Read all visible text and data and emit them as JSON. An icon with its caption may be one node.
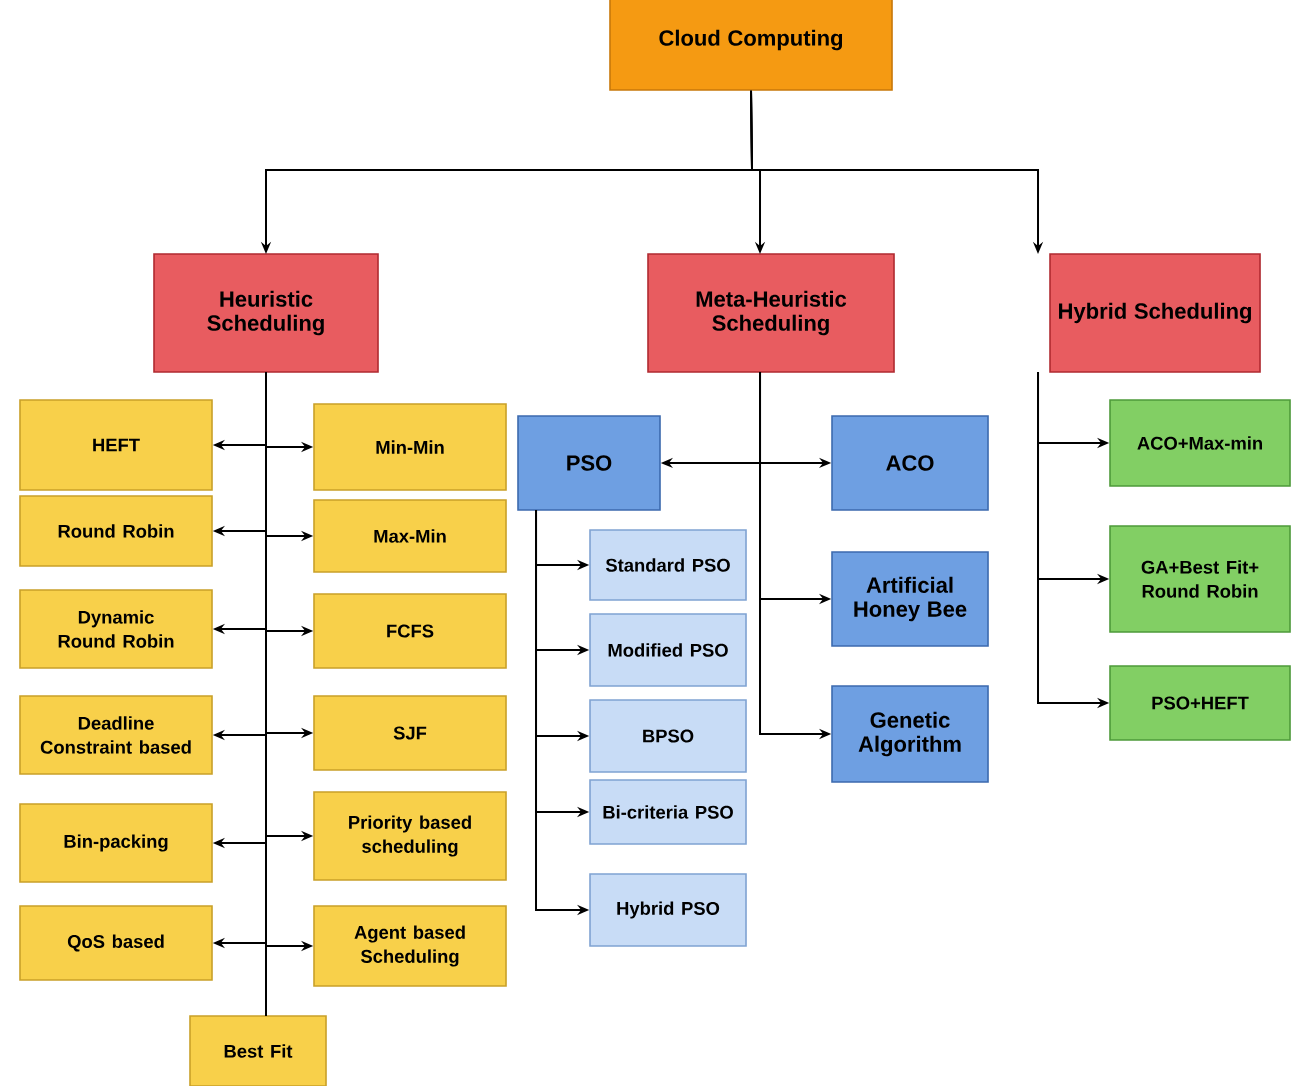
{
  "diagram": {
    "nodes": [
      {
        "text": [
          "Cloud Computing"
        ]
      },
      {
        "text": [
          "Heuristic Scheduling"
        ]
      },
      {
        "text": [
          "Meta-Heuristic Scheduling"
        ]
      },
      {
        "text": [
          "Hybrid Scheduling"
        ]
      },
      {
        "text": [
          "HEFT"
        ]
      },
      {
        "text": [
          "Min-Min"
        ]
      },
      {
        "text": [
          "Round Robin"
        ]
      },
      {
        "text": [
          "Max-Min"
        ]
      },
      {
        "text": [
          "Dynamic Round Robin"
        ]
      },
      {
        "text": [
          "FCFS"
        ]
      },
      {
        "text": [
          "Deadline Constraint based"
        ]
      },
      {
        "text": [
          "SJF"
        ]
      },
      {
        "text": [
          "Bin-packing"
        ]
      },
      {
        "text": [
          "Priority based scheduling"
        ]
      },
      {
        "text": [
          "QoS based"
        ]
      },
      {
        "text": [
          "Agent based Scheduling"
        ]
      },
      {
        "text": [
          "Best Fit"
        ]
      },
      {
        "text": [
          "PSO"
        ]
      },
      {
        "text": [
          "ACO"
        ]
      },
      {
        "text": [
          "Standard PSO"
        ]
      },
      {
        "text": [
          "Artificial Honey Bee"
        ]
      },
      {
        "text": [
          "Modified PSO"
        ]
      },
      {
        "text": [
          "Genetic Algorithm"
        ]
      },
      {
        "text": [
          "BPSO"
        ]
      },
      {
        "text": [
          "Bi-criteria PSO"
        ]
      },
      {
        "text": [
          "Hybrid PSO"
        ]
      },
      {
        "text": [
          "ACO+Max-min"
        ]
      },
      {
        "text": [
          "GA+Best Fit+ Round Robin"
        ]
      },
      {
        "text": [
          "PSO+HEFT"
        ]
      }
    ],
    "edges": [
      {
        "from": 0,
        "to": 1,
        "arrow": "to"
      },
      {
        "from": 0,
        "to": 2,
        "arrow": "to"
      },
      {
        "from": 0,
        "to": 3,
        "arrow": "to"
      },
      {
        "from": 1,
        "to": 4,
        "arrow": "to"
      },
      {
        "from": 1,
        "to": 5,
        "arrow": "to"
      },
      {
        "from": 1,
        "to": 6,
        "arrow": "to"
      },
      {
        "from": 1,
        "to": 7,
        "arrow": "to"
      },
      {
        "from": 1,
        "to": 8,
        "arrow": "to"
      },
      {
        "from": 1,
        "to": 9,
        "arrow": "to"
      },
      {
        "from": 1,
        "to": 10,
        "arrow": "to"
      },
      {
        "from": 1,
        "to": 11,
        "arrow": "to"
      },
      {
        "from": 1,
        "to": 12,
        "arrow": "to"
      },
      {
        "from": 1,
        "to": 13,
        "arrow": "to"
      },
      {
        "from": 1,
        "to": 14,
        "arrow": "to"
      },
      {
        "from": 1,
        "to": 15,
        "arrow": "to"
      },
      {
        "from": 1,
        "to": 16,
        "arrow": "none"
      },
      {
        "from": 2,
        "to": 17,
        "arrow": "to"
      },
      {
        "from": 2,
        "to": 18,
        "arrow": "to"
      },
      {
        "from": 2,
        "to": 20,
        "arrow": "to"
      },
      {
        "from": 2,
        "to": 22,
        "arrow": "to"
      },
      {
        "from": 17,
        "to": 19,
        "arrow": "to"
      },
      {
        "from": 17,
        "to": 21,
        "arrow": "to"
      },
      {
        "from": 17,
        "to": 23,
        "arrow": "to"
      },
      {
        "from": 17,
        "to": 24,
        "arrow": "to"
      },
      {
        "from": 17,
        "to": 25,
        "arrow": "to"
      },
      {
        "from": 3,
        "to": 26,
        "arrow": "to"
      },
      {
        "from": 3,
        "to": 27,
        "arrow": "to"
      },
      {
        "from": 3,
        "to": 28,
        "arrow": "to"
      }
    ]
  }
}
